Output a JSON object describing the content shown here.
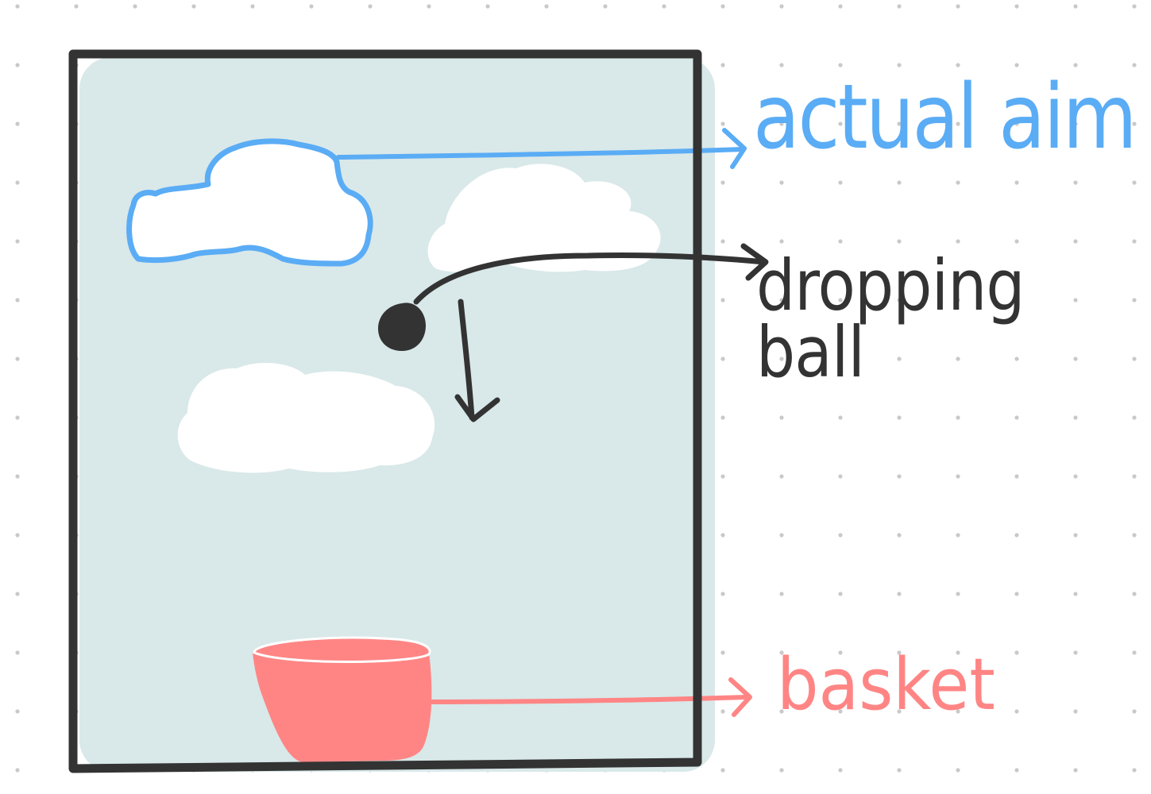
{
  "colors": {
    "background": "#ffffff",
    "dot": "#c9c9c9",
    "sky": "#d9e8e9",
    "frame": "#333333",
    "cloud": "#ffffff",
    "aim": "#5aacf5",
    "ball": "#333333",
    "basket": "#ff8585"
  },
  "labels": {
    "actual_aim": "actual aim",
    "dropping_ball": "dropping\nball",
    "basket": "basket"
  }
}
